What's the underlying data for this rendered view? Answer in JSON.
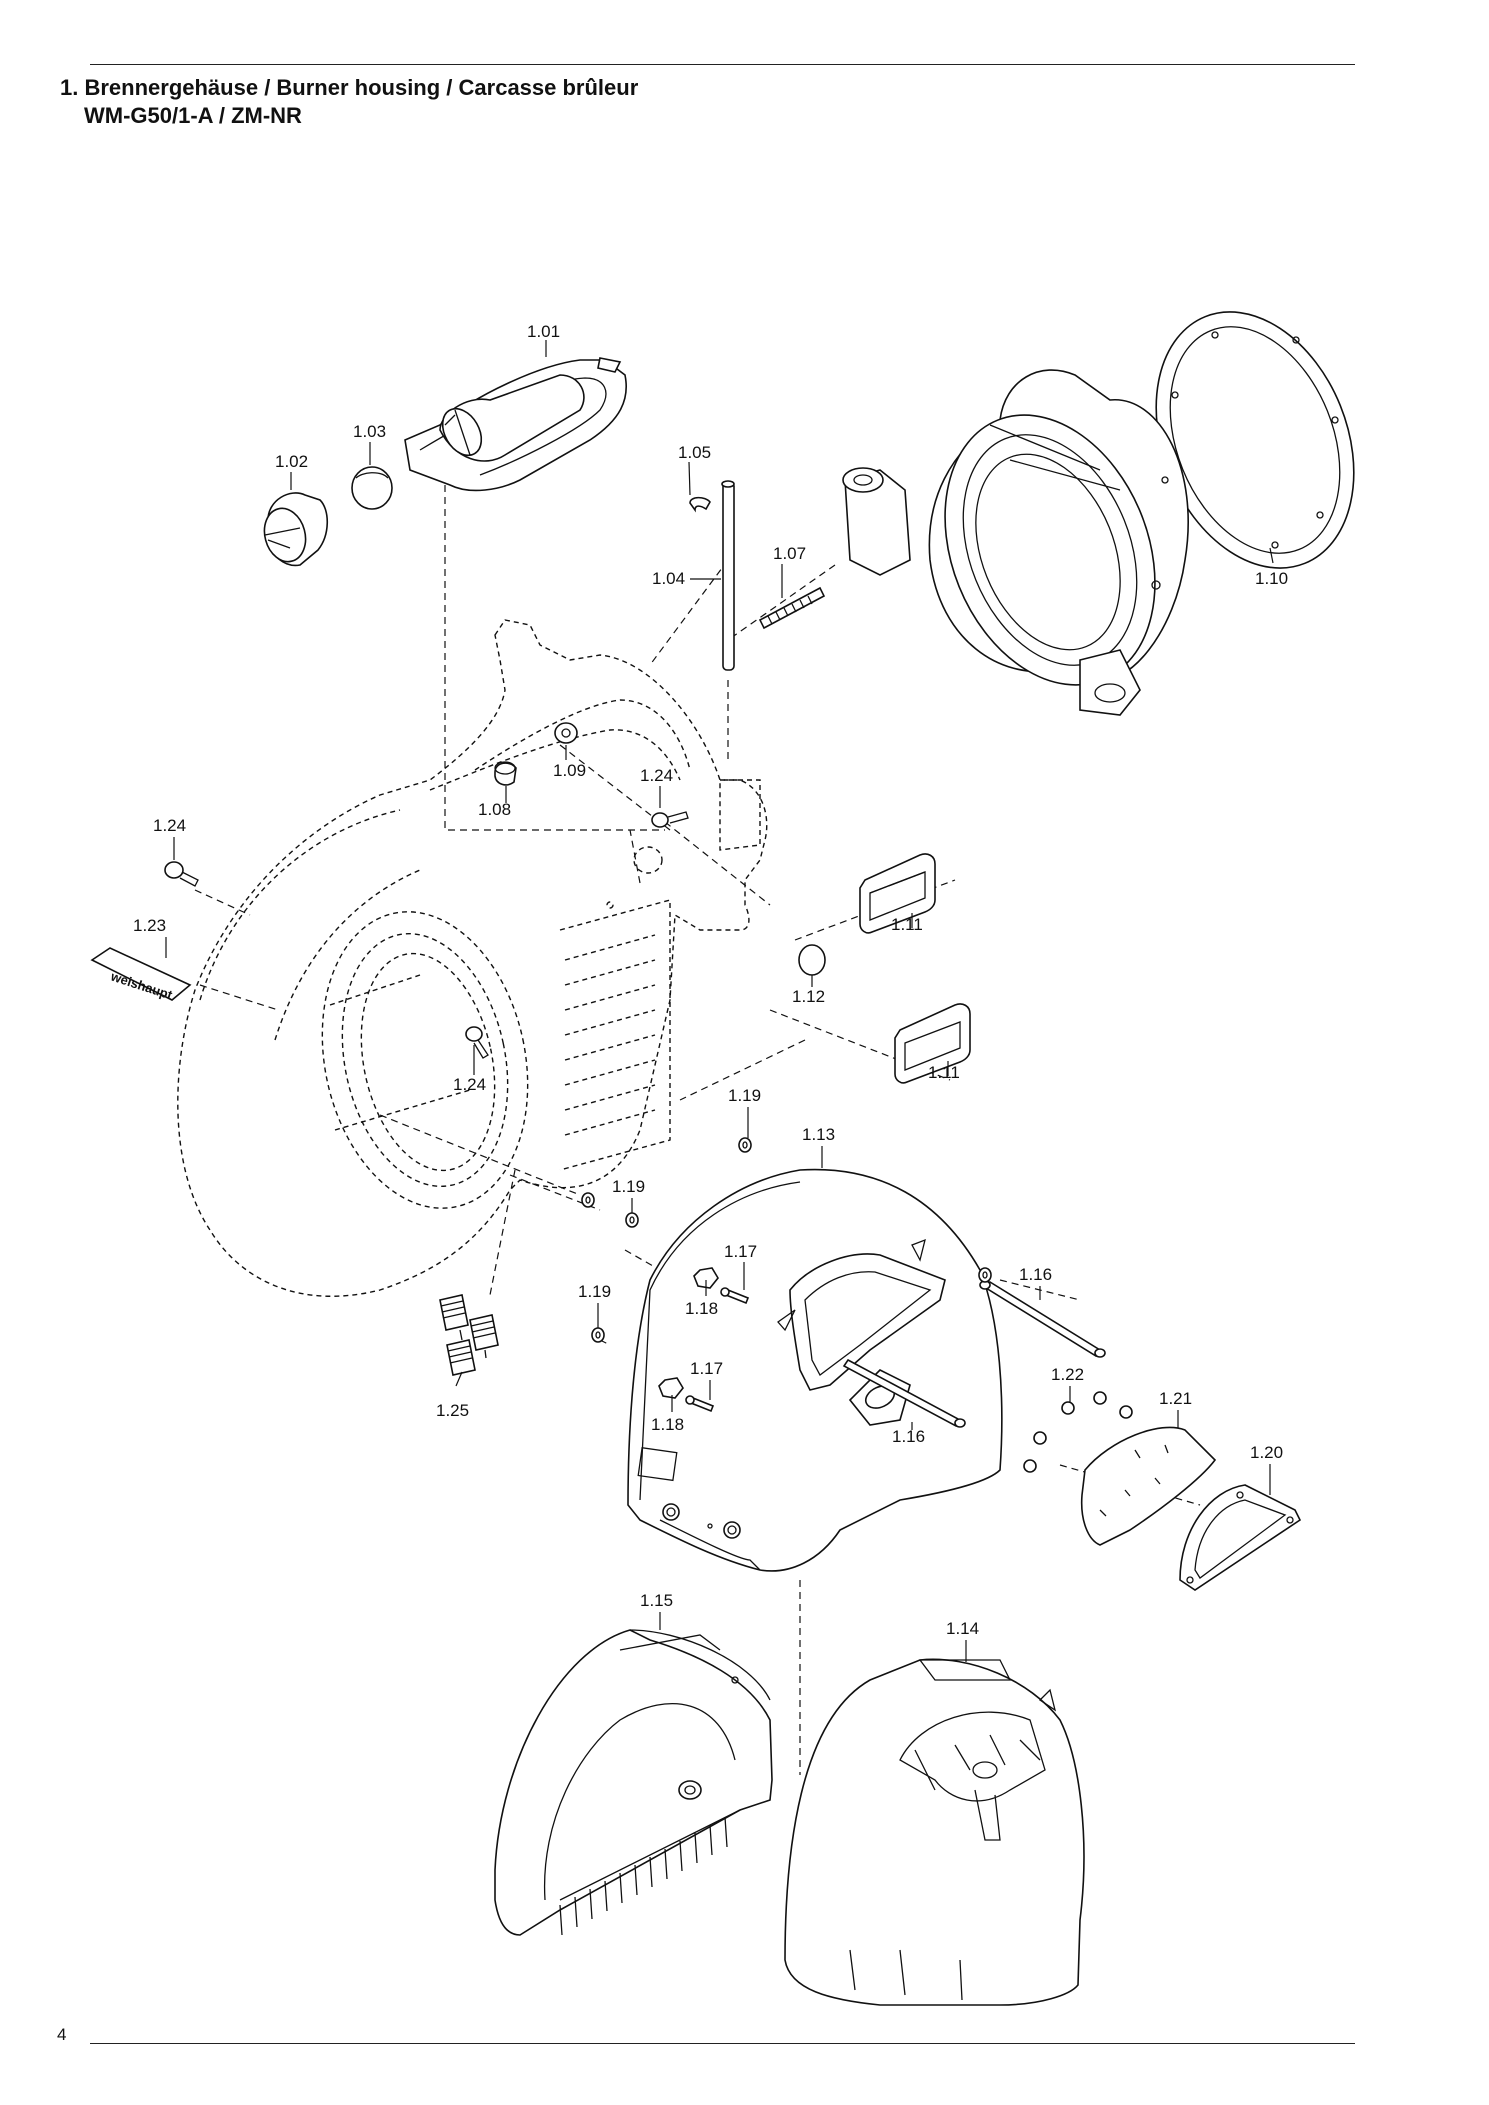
{
  "header": {
    "title": "1. Brennergehäuse / Burner housing / Carcasse brûleur",
    "subtitle": "WM-G50/1-A / ZM-NR"
  },
  "footer": {
    "page_number": "4"
  },
  "logo": {
    "text": "weishaupt"
  },
  "callouts": {
    "c101": "1.01",
    "c102": "1.02",
    "c103": "1.03",
    "c104": "1.04",
    "c105": "1.05",
    "c107": "1.07",
    "c108": "1.08",
    "c109": "1.09",
    "c110": "1.10",
    "c111a": "1.11",
    "c111b": "1.11",
    "c112": "1.12",
    "c113": "1.13",
    "c114": "1.14",
    "c115": "1.15",
    "c116a": "1.16",
    "c116b": "1.16",
    "c117a": "1.17",
    "c117b": "1.17",
    "c118a": "1.18",
    "c118b": "1.18",
    "c119a": "1.19",
    "c119b": "1.19",
    "c119c": "1.19",
    "c120": "1.20",
    "c121": "1.21",
    "c122": "1.22",
    "c123": "1.23",
    "c124a": "1.24",
    "c124b": "1.24",
    "c124c": "1.24",
    "c125": "1.25"
  }
}
